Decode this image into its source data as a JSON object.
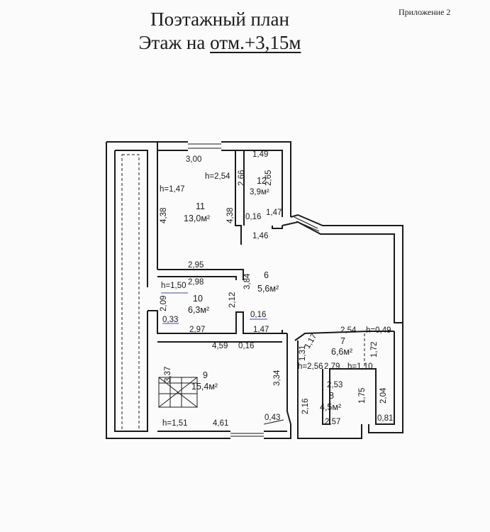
{
  "header": {
    "title_line1": "Поэтажный план",
    "title_line2_prefix": "Этаж на ",
    "title_line2_underlined": "отм.+3,15м",
    "appendix": "Приложение 2"
  },
  "labels": {
    "d_3_00": "3,00",
    "d_1_49": "1,49",
    "h_2_54": "h=2,54",
    "r12_num": "12",
    "d_2_66": "2,66",
    "r12_area": "3,9м²",
    "d_2_65": "2,65",
    "h_1_47": "h=1,47",
    "r11_num": "11",
    "r11_area": "13,0м²",
    "d_4_38_a": "4,38",
    "d_4_38_b": "4,38",
    "d_0_16_a": "0,16",
    "d_1_47_a": "1,47",
    "d_1_46": "1,46",
    "d_2_95": "2,95",
    "d_3_84": "3,84",
    "r6_num": "6",
    "r6_area": "5,6м²",
    "h_1_50": "h=1,50",
    "d_2_98": "2,98",
    "r10_num": "10",
    "r10_area": "6,3м²",
    "d_2_09": "2,09",
    "d_2_12": "2,12",
    "d_0_16_b": "0,16",
    "d_0_33": "0,33",
    "d_2_97": "2,97",
    "d_1_47_b": "1,47",
    "d_1_17": "1,17",
    "d_2_54": "2,54",
    "h_0_49": "h=0,49",
    "d_1_31": "1,31",
    "r7_num": "7",
    "r7_area": "6,6м²",
    "d_1_72": "1,72",
    "d_4_59": "4,59",
    "d_0_16_c": "0,16",
    "h_2_56": "h=2,56",
    "d_2_79": "2,79",
    "h_1_10": "h=1,10",
    "d_3_37": "3,37",
    "r9_num": "9",
    "r9_area": "15,4м²",
    "d_3_34": "3,34",
    "d_2_53": "2,53",
    "r8_num": "8",
    "d_1_75": "1,75",
    "d_2_04": "2,04",
    "d_2_16": "2,16",
    "r8_area": "4,5м²",
    "h_1_51": "h=1,51",
    "d_4_61": "4,61",
    "d_0_43": "0,43",
    "d_2_57": "2,57",
    "d_0_81": "0,81"
  }
}
